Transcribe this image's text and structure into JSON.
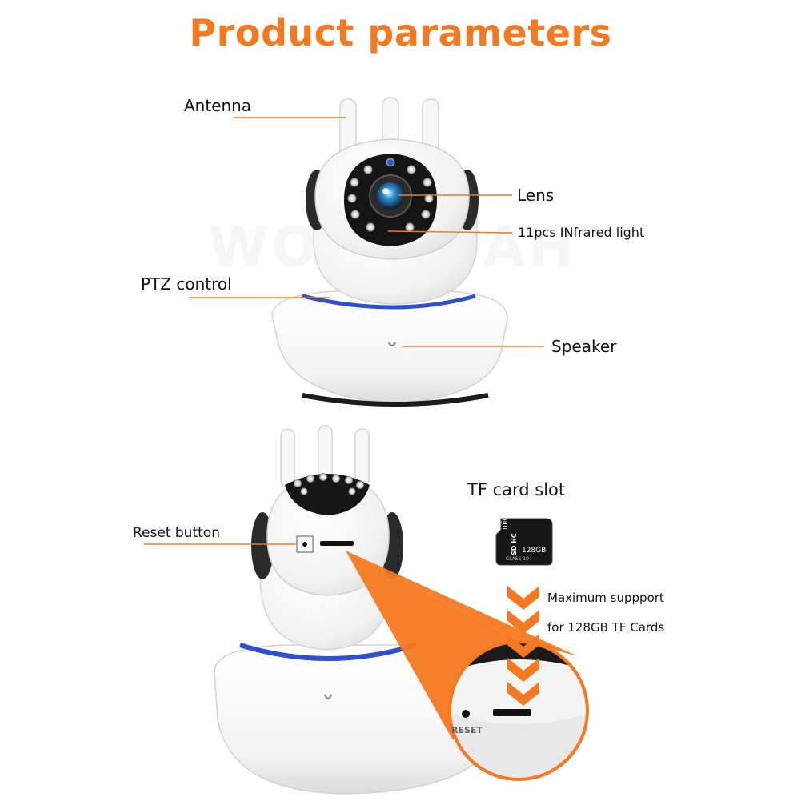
{
  "title": "Product parameters",
  "colors": {
    "accent": "#f47920",
    "ring": "#2f4fd1",
    "body": "#ffffff",
    "dark": "#1b1b1b"
  },
  "labels": {
    "antenna": "Antenna",
    "lens": "Lens",
    "infrared": "11pcs INfrared light",
    "ptz": "PTZ control",
    "speaker": "Speaker",
    "reset": "Reset button",
    "tf_slot": "TF card slot",
    "max_support_1": "Maximum suppport",
    "max_support_2": "for 128GB TF Cards"
  },
  "card": {
    "brand": "micro",
    "sd_mark": "SD HC",
    "capacity": "128GB",
    "class": "CLASS 10"
  },
  "zoom": {
    "reset_mark": "RESET"
  },
  "watermark": "WOLYSOAH"
}
